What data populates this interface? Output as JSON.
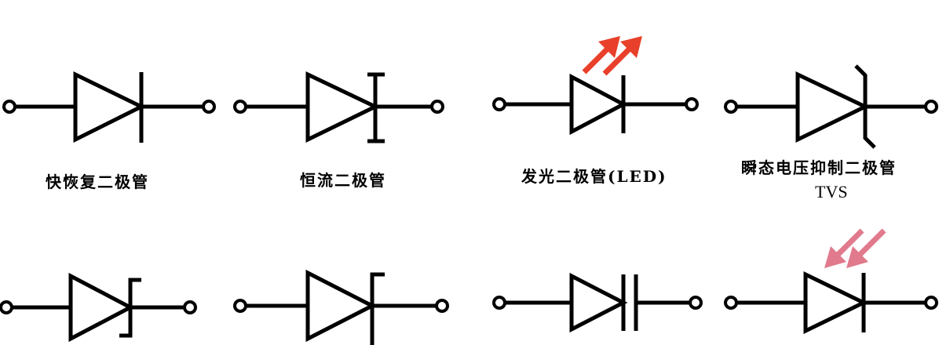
{
  "symbols": [
    {
      "label": "快恢复二极管"
    },
    {
      "label": "恒流二极管"
    },
    {
      "label": "发光二极管(LED)"
    },
    {
      "label": "瞬态电压抑制二极管",
      "sublabel": "TVS"
    }
  ],
  "colors": {
    "led_arrow": "#e8402a",
    "photo_arrow": "#e07a8c",
    "stroke": "#000000"
  }
}
